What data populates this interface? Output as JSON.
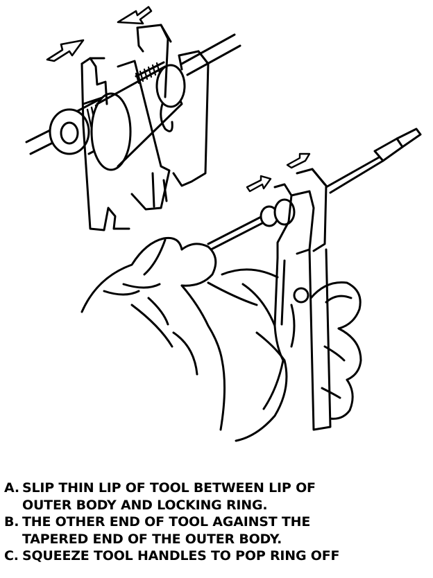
{
  "instructions": [
    {
      "letter": "A.",
      "lines": [
        "SLIP THIN LIP OF TOOL BETWEEN LIP OF",
        "OUTER BODY AND LOCKING RING."
      ]
    },
    {
      "letter": "B.",
      "lines": [
        "THE OTHER END OF TOOL AGAINST THE",
        "TAPERED END OF THE OUTER BODY."
      ]
    },
    {
      "letter": "C.",
      "lines": [
        "SQUEEZE TOOL HANDLES TO POP RING OFF"
      ]
    }
  ]
}
